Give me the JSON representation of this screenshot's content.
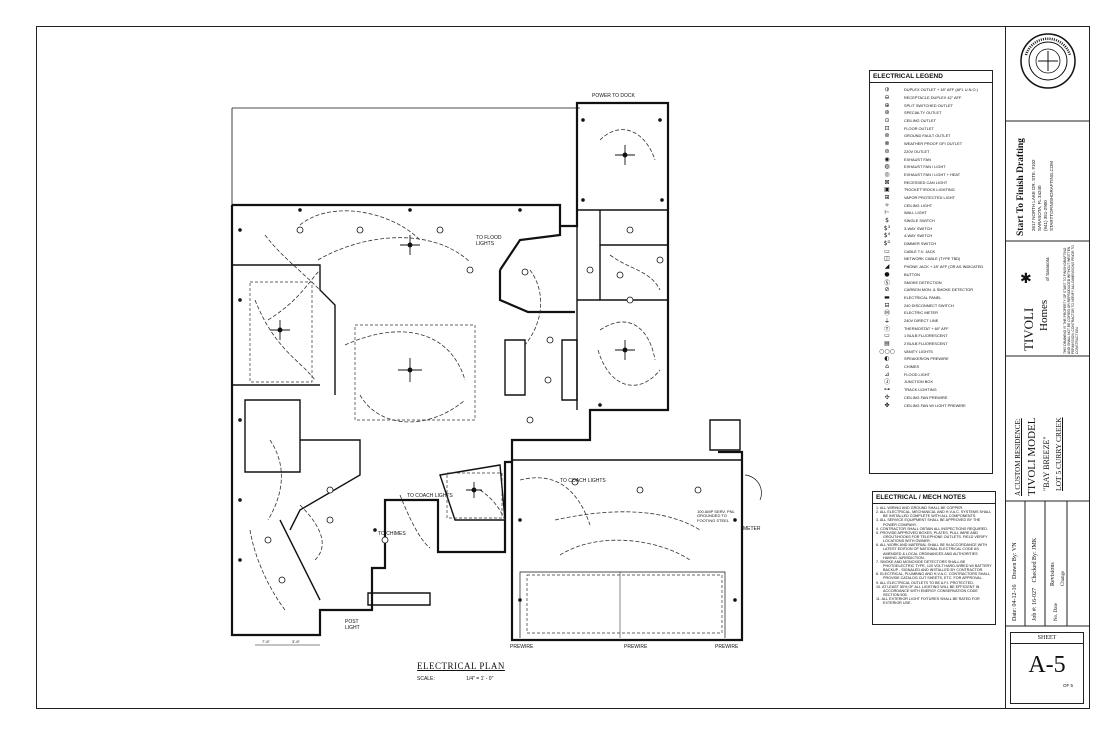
{
  "plan": {
    "title": "ELECTRICAL PLAN",
    "scale_label": "SCALE:",
    "scale_value": "1/4\" = 1' - 0\"",
    "labels": {
      "power_to_dock": "POWER TO DOCK",
      "to_flood_lights": "TO FLOOD LIGHTS",
      "to_coach_lights_left": "TO COACH LIGHTS",
      "to_coach_lights_right": "TO COACH LIGHTS",
      "to_chimes": "TO CHIMES",
      "post_light": "POST LIGHT",
      "panel_note": "100 AMP SERV. PNL GROUNDED TO FOOTING STEEL",
      "meter": "METER",
      "prewire_1": "PREWIRE",
      "prewire_2": "PREWIRE",
      "prewire_3": "PREWIRE",
      "dim_1": "7'-6\"",
      "dim_2": "3'-6\""
    }
  },
  "legend": {
    "title": "ELECTRICAL LEGEND",
    "items": [
      {
        "icon": "duplex-outlet-icon",
        "sym": "⦶",
        "label": "DUPLEX OUTLET + 18\" AFF (AFL U.N.O.)"
      },
      {
        "icon": "receptacle-icon",
        "sym": "⊖",
        "label": "RECEPTACLE DUPLEX 42\" AFF."
      },
      {
        "icon": "split-outlet-icon",
        "sym": "⊕",
        "label": "SPLIT SWITCHED OUTLET"
      },
      {
        "icon": "specialty-outlet-icon",
        "sym": "⊛",
        "label": "SPECIALTY OUTLET"
      },
      {
        "icon": "ceiling-outlet-icon",
        "sym": "⊙",
        "label": "CEILING OUTLET"
      },
      {
        "icon": "floor-outlet-icon",
        "sym": "⊡",
        "label": "FLOOR OUTLET"
      },
      {
        "icon": "gfi-outlet-icon",
        "sym": "⊚",
        "label": "GROUND FAULT OUTLET"
      },
      {
        "icon": "weatherproof-outlet-icon",
        "sym": "⊗",
        "label": "WEATHER PROOF GFI OUTLET"
      },
      {
        "icon": "220v-outlet-icon",
        "sym": "⊜",
        "label": "220V OUTLET"
      },
      {
        "icon": "exhaust-fan-icon",
        "sym": "◉",
        "label": "EXHAUST FAN"
      },
      {
        "icon": "exhaust-fan-light-icon",
        "sym": "◍",
        "label": "EXHAUST FAN / LIGHT"
      },
      {
        "icon": "exhaust-fan-heat-icon",
        "sym": "◎",
        "label": "EXHAUST FAN / LIGHT + HEAT"
      },
      {
        "icon": "recessed-light-icon",
        "sym": "⊠",
        "label": "RECESSED CAN LIGHT"
      },
      {
        "icon": "rocket-light-icon",
        "sym": "▣",
        "label": "\"ROCKET\"/ROCK LIGHTING"
      },
      {
        "icon": "vapor-light-icon",
        "sym": "⊞",
        "label": "VAPOR PROTECTED LIGHT"
      },
      {
        "icon": "ceiling-light-icon",
        "sym": "✧",
        "label": "CEILING LIGHT"
      },
      {
        "icon": "wall-light-icon",
        "sym": "⊢",
        "label": "WALL LIGHT"
      },
      {
        "icon": "single-switch-icon",
        "sym": "$",
        "label": "SINGLE SWITCH"
      },
      {
        "icon": "3way-switch-icon",
        "sym": "$³",
        "label": "3-WAY SWITCH"
      },
      {
        "icon": "4way-switch-icon",
        "sym": "$⁴",
        "label": "4-WAY SWITCH"
      },
      {
        "icon": "dimmer-switch-icon",
        "sym": "$ᴰ",
        "label": "DIMMER SWITCH"
      },
      {
        "icon": "cable-tv-icon",
        "sym": "▭",
        "label": "CABLE T.V. JACK"
      },
      {
        "icon": "network-cable-icon",
        "sym": "◫",
        "label": "NETWORK CABLE (TYPE TBD)"
      },
      {
        "icon": "phone-jack-icon",
        "sym": "◢",
        "label": "PHONE JACK + 18\" AFF (OR AS INDICATED"
      },
      {
        "icon": "button-icon",
        "sym": "●",
        "label": "BUTTON"
      },
      {
        "icon": "smoke-detector-icon",
        "sym": "Ⓢ",
        "label": "SMOKE DETECTION"
      },
      {
        "icon": "co-detector-icon",
        "sym": "⊘",
        "label": "CARBON MON. & SMOKE DETECTOR"
      },
      {
        "icon": "electrical-panel-icon",
        "sym": "▬",
        "label": "ELECTRICAL PANEL"
      },
      {
        "icon": "disconnect-switch-icon",
        "sym": "⊟",
        "label": "240 DISCONNECT SWITCH"
      },
      {
        "icon": "electric-meter-icon",
        "sym": "Ⓜ",
        "label": "ELECTRIC METER"
      },
      {
        "icon": "240v-direct-icon",
        "sym": "⏚",
        "label": "240V DIRECT LINE"
      },
      {
        "icon": "thermostat-icon",
        "sym": "Ⓣ",
        "label": "THERMOSTAT + 60\" AFF"
      },
      {
        "icon": "fluorescent-1-icon",
        "sym": "▭",
        "label": "1 BULB FLUORESCENT"
      },
      {
        "icon": "fluorescent-2-icon",
        "sym": "▤",
        "label": "2 BULB FLUORESCENT"
      },
      {
        "icon": "vanity-light-icon",
        "sym": "○○○",
        "label": "VANITY LIGHTS"
      },
      {
        "icon": "speaker-icon",
        "sym": "◐",
        "label": "SPEAKER/ON PREWIRE"
      },
      {
        "icon": "chimes-icon",
        "sym": "⌂",
        "label": "CHIMES"
      },
      {
        "icon": "flood-light-icon",
        "sym": "⊿",
        "label": "FLOOD LIGHT"
      },
      {
        "icon": "junction-box-icon",
        "sym": "Ⓙ",
        "label": "JUNCTION BOX"
      },
      {
        "icon": "track-light-icon",
        "sym": "⊶",
        "label": "TRACK LIGHTING"
      },
      {
        "icon": "ceiling-fan-prewire-icon",
        "sym": "✣",
        "label": "CEILING FAN PREWIRE"
      },
      {
        "icon": "ceiling-fan-light-icon",
        "sym": "✤",
        "label": "CEILING FAN W/ LIGHT PREWIRE"
      }
    ]
  },
  "notes": {
    "title": "ELECTRICAL / MECH NOTES",
    "items": [
      "1. ALL WIRING AND GROUND SHALL BE COPPER.",
      "2. ALL ELECTRICAL, MECHANICAL AND H.V.A.C. SYSTEMS SHALL BE INSTALLED COMPLETE WITH ALL COMPONENTS.",
      "3. ALL SERVICE EQUIPMENT SHALL BE APPROVED BY THE POWER COMPANY.",
      "4. CONTRACTOR SHALL OBTAIN ALL INSPECTIONS REQUIRED.",
      "5. PROVIDE APPROVED BOXES, PLATES, PULL WIRE AND GROUT/HOOKS FOR TELEPHONE OUTLETS. FIELD VERIFY LOCATIONS WITH OWNER.",
      "6. ALL WORK AND MATERIAL SHALL BE IN ACCORDANCE WITH LATEST EDITION OF NATIONAL ELECTRICAL CODE AS AMENDED & LOCAL ORDINANCES AND AUTHORITIES HAVING JURISDICTION.",
      "7. SMOKE AND MONOXIDE DETECTORS SHALL BE PHOTOELECTRIC TYPE, 120 VOLT HARD-WIRED W/ BATTERY BACKUP - SIGNALED AND INSTALLED BY CONTRACTOR.",
      "8. ELECTRICAL, PLUMBING AND H.V.A.C. CONTRACTORS SHALL PROVIDE CATALOG CUT SHEETS, ETC. FOR APPROVAL.",
      "9. ALL ELECTRICAL OUTLETS TO BE A.F.I. PROTECTED.",
      "10. AT LEAST 50% OF ALL LIGHTING WILL BE EFFICIENT IN ACCORDANCE WITH ENERGY CONSERVATION CODE SECTION 505.",
      "11. ALL EXTERIOR LIGHT FIXTURES SHALL BE RATED FOR EXTERIOR USE."
    ]
  },
  "title_block": {
    "company": "Start To Finish Drafting",
    "address_1": "2617 NORTH LAKE DR. STE. #102",
    "address_2": "SARASOTA, FL 34240",
    "phone": "(941) 351-2900",
    "web": "STARTTOFINISHDRAFTING.COM",
    "brand_name": "TIVOLI",
    "brand_sub": "Homes",
    "brand_tag": "of Sarasota",
    "project_kicker": "A CUSTOM RESIDENCE:",
    "project_model": "TIVOLI MODEL",
    "project_name": "\"BAY BREEZE\"",
    "project_lot": "LOT 5 CURRY CREEK",
    "disclaimer": "THIS DRAWING IS THE PROPERTY OF START TO FINISH DRAFTING AND SHALL NOT BE COPIED OR REPRODUCED WITHOUT WRITTEN PERMISSION. CONTRACTOR TO VERIFY ALL DIMENSIONS PRIOR TO CONSTRUCTION.",
    "date_label": "Date:",
    "date_value": "04-12-16",
    "drawn_label": "Drawn By:",
    "drawn_value": "VN",
    "job_label": "Job #:",
    "job_value": "16-027",
    "checked_label": "Checked By:",
    "checked_value": "JMK",
    "revisions_label": "Revisions",
    "rev_no_label": "No.",
    "rev_date_label": "Date",
    "rev_change_label": "Change",
    "sheet_label": "SHEET",
    "sheet_number": "A-5",
    "sheet_of": "OF 5"
  },
  "colors": {
    "ink": "#111111",
    "paper": "#ffffff",
    "wire": "#333333"
  }
}
